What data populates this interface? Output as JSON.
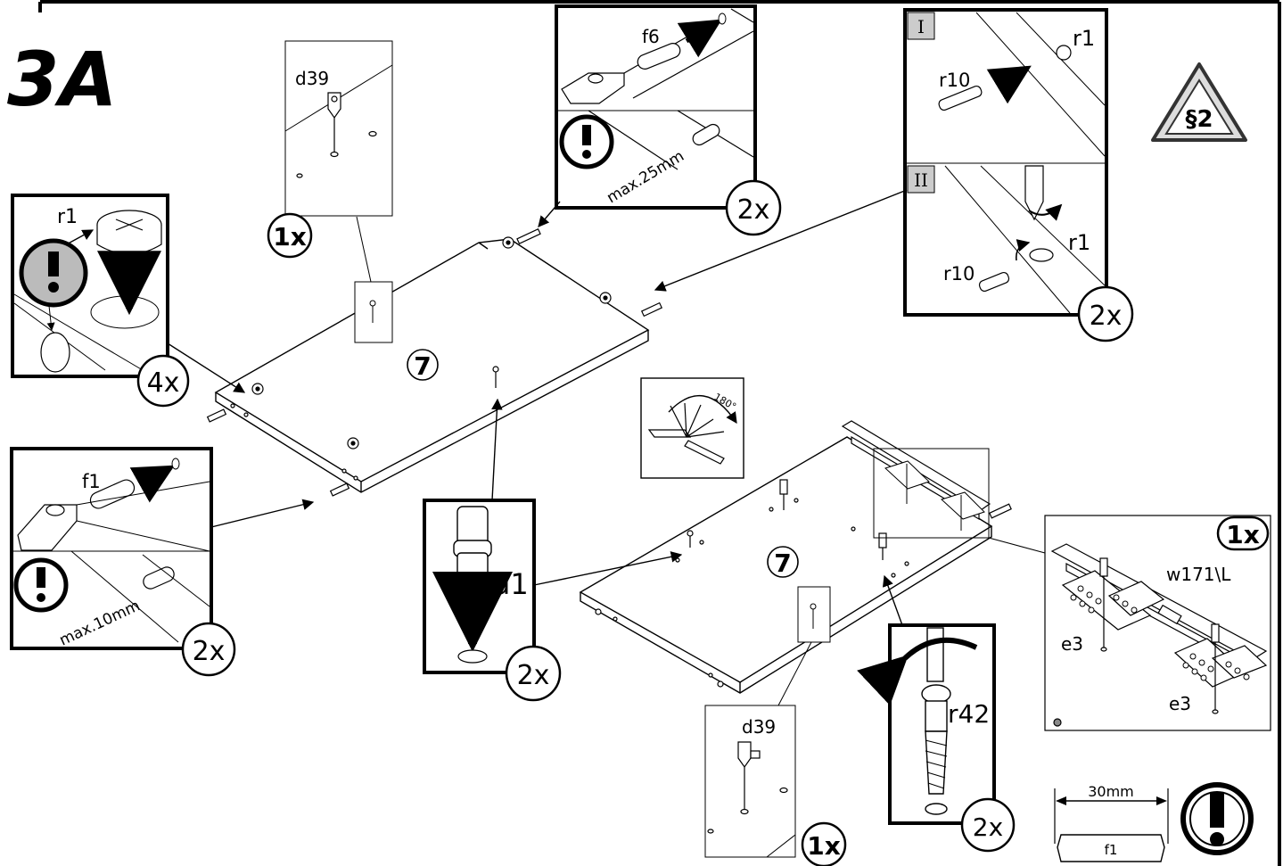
{
  "step": "3A",
  "warning_sign": "§2",
  "part_7": "7",
  "top_center_inset": {
    "part": "f6",
    "note": "max.25mm",
    "count": "2x"
  },
  "top_right_inset": {
    "step1": "I",
    "step2": "II",
    "part_a": "r1",
    "part_b": "r10",
    "count": "2x"
  },
  "left_top_inset": {
    "part": "r1",
    "count": "4x"
  },
  "left_bottom_inset": {
    "part": "f1",
    "note": "max.10mm",
    "count": "2x"
  },
  "top_detail": {
    "part": "d39",
    "count": "1x"
  },
  "bottom_detail": {
    "part": "d39",
    "count": "1x"
  },
  "dowel_inset": {
    "part": "d1",
    "count": "2x"
  },
  "screw_inset": {
    "part": "r42",
    "count": "2x"
  },
  "hinge_inset": {
    "count": "1x",
    "part": "w171\\L",
    "screw_a": "e3",
    "screw_b": "e3"
  },
  "rotation": {
    "angle": "180°"
  },
  "gauge": {
    "size": "30mm",
    "part": "f1"
  }
}
